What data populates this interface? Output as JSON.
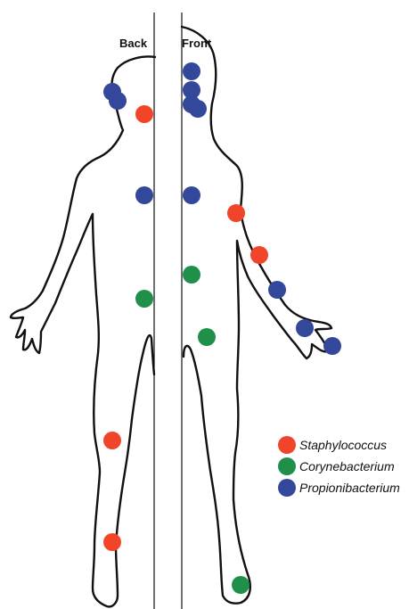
{
  "labels": {
    "back": "Back",
    "front": "Front"
  },
  "bacteria": {
    "staph": {
      "name": "Staphylococcus",
      "color": "#f0452a"
    },
    "coryne": {
      "name": "Corynebacterium",
      "color": "#1f8f4a"
    },
    "propion": {
      "name": "Propionibacterium",
      "color": "#33479b"
    }
  },
  "legend": [
    "staph",
    "coryne",
    "propion"
  ],
  "sites": [
    {
      "view": "back",
      "location": "scalp-occiput",
      "bacterium": "propion"
    },
    {
      "view": "back",
      "location": "scalp-occiput-2",
      "bacterium": "propion"
    },
    {
      "view": "back",
      "location": "neck",
      "bacterium": "staph"
    },
    {
      "view": "back",
      "location": "upper-back",
      "bacterium": "propion"
    },
    {
      "view": "back",
      "location": "lower-back",
      "bacterium": "coryne"
    },
    {
      "view": "back",
      "location": "back-of-knee",
      "bacterium": "staph"
    },
    {
      "view": "back",
      "location": "heel",
      "bacterium": "staph"
    },
    {
      "view": "front",
      "location": "forehead",
      "bacterium": "propion"
    },
    {
      "view": "front",
      "location": "nose",
      "bacterium": "propion"
    },
    {
      "view": "front",
      "location": "cheek",
      "bacterium": "propion"
    },
    {
      "view": "front",
      "location": "chin",
      "bacterium": "propion"
    },
    {
      "view": "front",
      "location": "chest",
      "bacterium": "propion"
    },
    {
      "view": "front",
      "location": "armpit",
      "bacterium": "staph"
    },
    {
      "view": "front",
      "location": "inner-elbow",
      "bacterium": "staph"
    },
    {
      "view": "front",
      "location": "forearm",
      "bacterium": "propion"
    },
    {
      "view": "front",
      "location": "palm",
      "bacterium": "propion"
    },
    {
      "view": "front",
      "location": "fingertip",
      "bacterium": "propion"
    },
    {
      "view": "front",
      "location": "navel",
      "bacterium": "coryne"
    },
    {
      "view": "front",
      "location": "groin",
      "bacterium": "coryne"
    },
    {
      "view": "front",
      "location": "toe",
      "bacterium": "coryne"
    }
  ]
}
